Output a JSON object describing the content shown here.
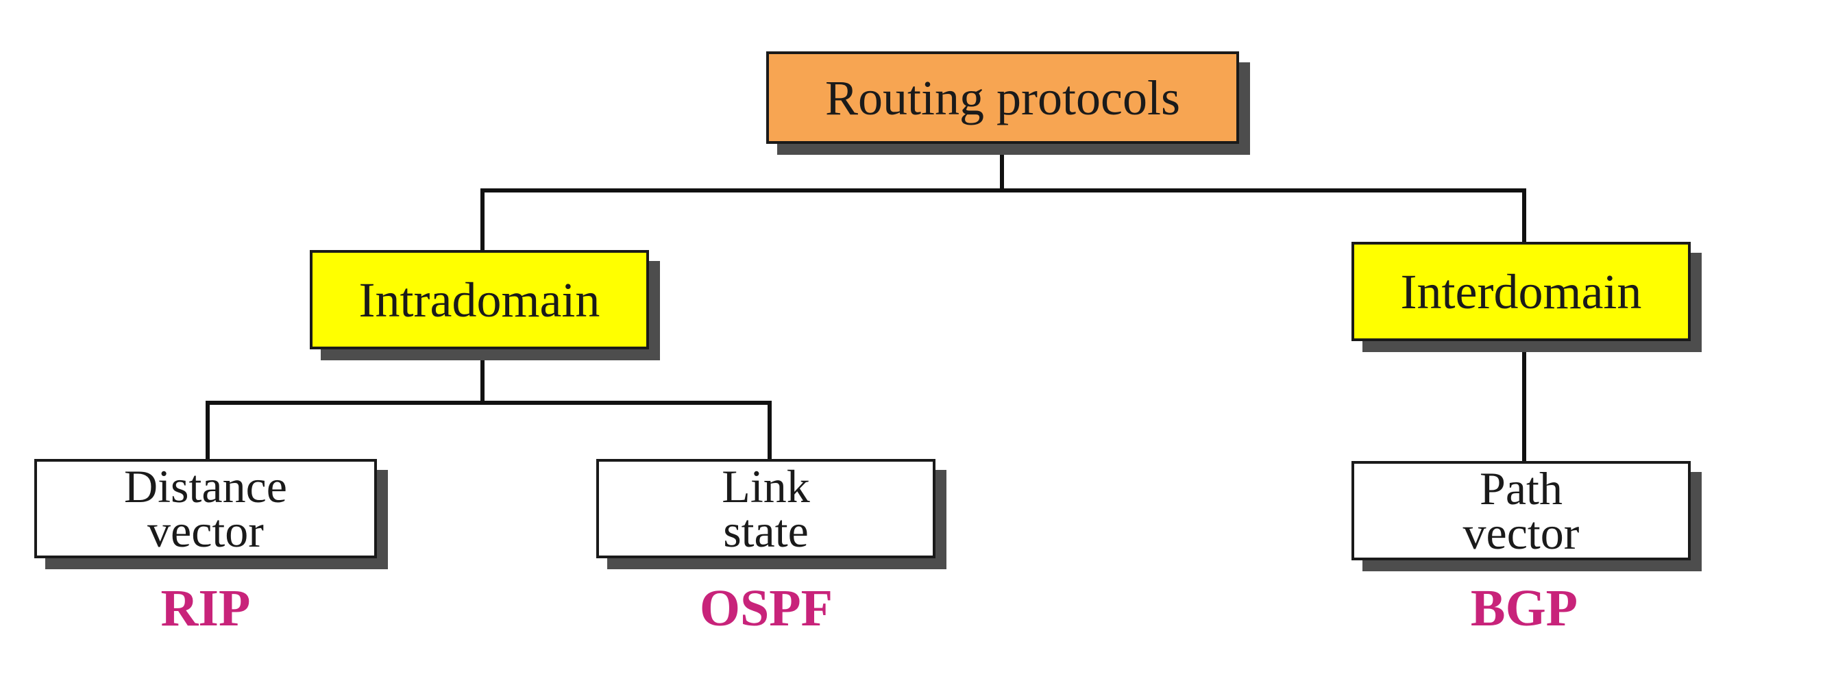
{
  "root": {
    "label": "Routing protocols",
    "color": "#f7a552"
  },
  "intradomain": {
    "label": "Intradomain",
    "color": "#ffff00"
  },
  "interdomain": {
    "label": "Interdomain",
    "color": "#ffff00"
  },
  "distance_vector": {
    "line1": "Distance",
    "line2": "vector",
    "protocol": "RIP"
  },
  "link_state": {
    "line1": "Link",
    "line2": "state",
    "protocol": "OSPF"
  },
  "path_vector": {
    "line1": "Path",
    "line2": "vector",
    "protocol": "BGP"
  },
  "leaf_color": "#ffffff",
  "protocol_color": "#c8237a"
}
